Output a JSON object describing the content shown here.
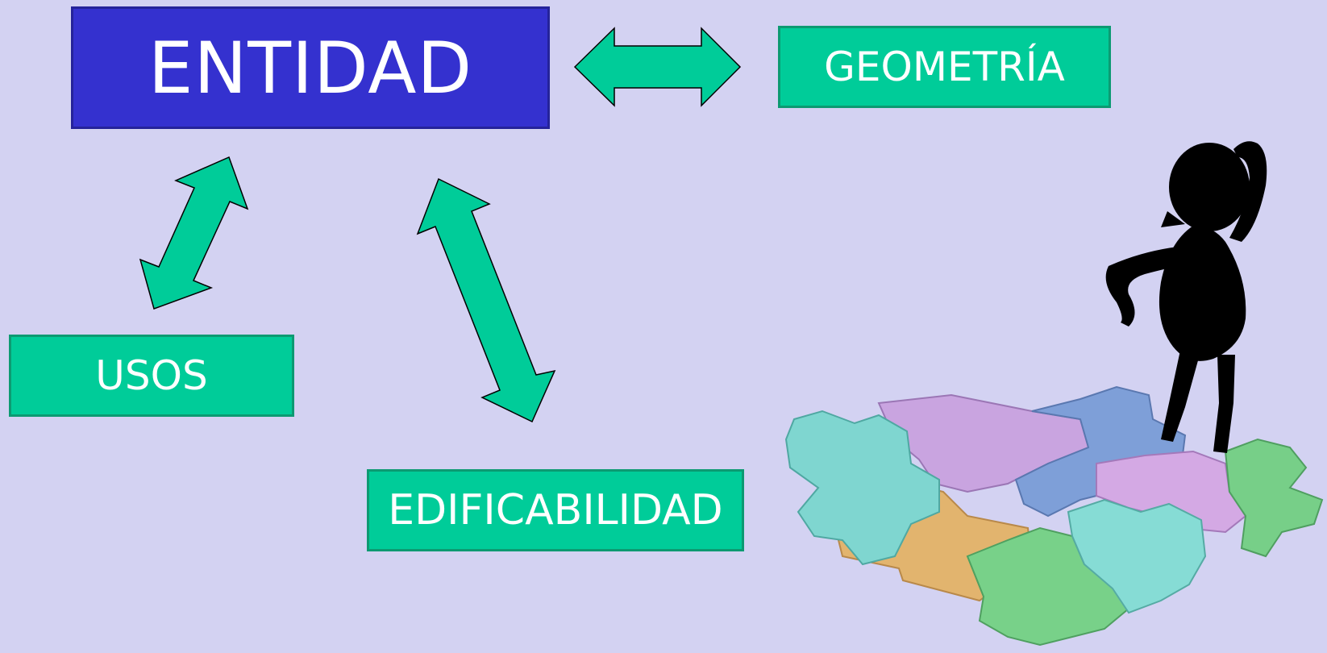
{
  "diagram": {
    "center_label": "ENTIDAD",
    "nodes": [
      {
        "id": "geometria",
        "label": "GEOMETRÍA"
      },
      {
        "id": "usos",
        "label": "USOS"
      },
      {
        "id": "edificabilidad",
        "label": "EDIFICABILIDAD"
      }
    ],
    "connections": [
      {
        "from": "ENTIDAD",
        "to": "GEOMETRÍA",
        "style": "double-arrow"
      },
      {
        "from": "ENTIDAD",
        "to": "USOS",
        "style": "double-arrow"
      },
      {
        "from": "ENTIDAD",
        "to": "EDIFICABILIDAD",
        "style": "double-arrow"
      }
    ],
    "illustration": "silhouette-figure-on-puzzle-pieces"
  },
  "colors": {
    "background": "#d3d2f2",
    "entity_box": "#3431cf",
    "node_box": "#00cc99",
    "arrow": "#00cc99",
    "text": "#ffffff"
  }
}
